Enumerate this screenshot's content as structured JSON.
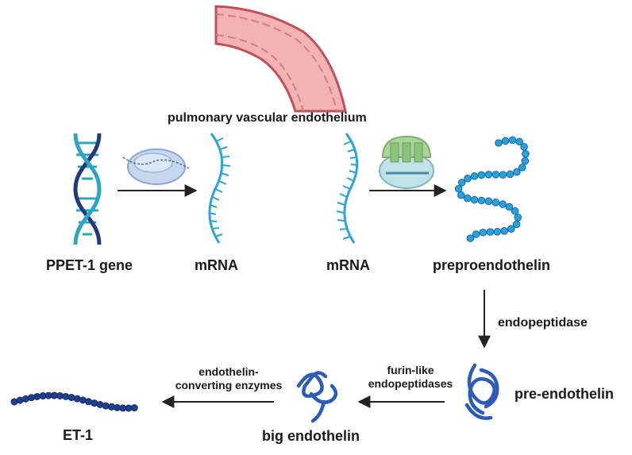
{
  "diagram": {
    "vessel_label": "pulmonary vascular endothelium",
    "gene_label": "PPET-1 gene",
    "mrna_label_1": "mRNA",
    "mrna_label_2": "mRNA",
    "preproendothelin_label": "preproendothelin",
    "endopeptidase_label": "endopeptidase",
    "pre_endothelin_label": "pre-endothelin",
    "furin_label_line1": "furin-like",
    "furin_label_line2": "endopeptidases",
    "big_endothelin_label": "big endothelin",
    "ece_label_line1": "endothelin-",
    "ece_label_line2": "converting enzymes",
    "et1_label": "ET-1"
  },
  "colors": {
    "vessel_fill": "#f1b3b3",
    "vessel_edge": "#c0505a",
    "dna_dark": "#1f3a7a",
    "dna_light": "#2aa5c4",
    "mrna": "#2aa5d8",
    "bead_fill": "#2aa0dc",
    "bead_stroke": "#156a9e",
    "peptide": "#2c5bb8",
    "et1_beads": "#1f3f8f",
    "arrow": "#222222"
  }
}
